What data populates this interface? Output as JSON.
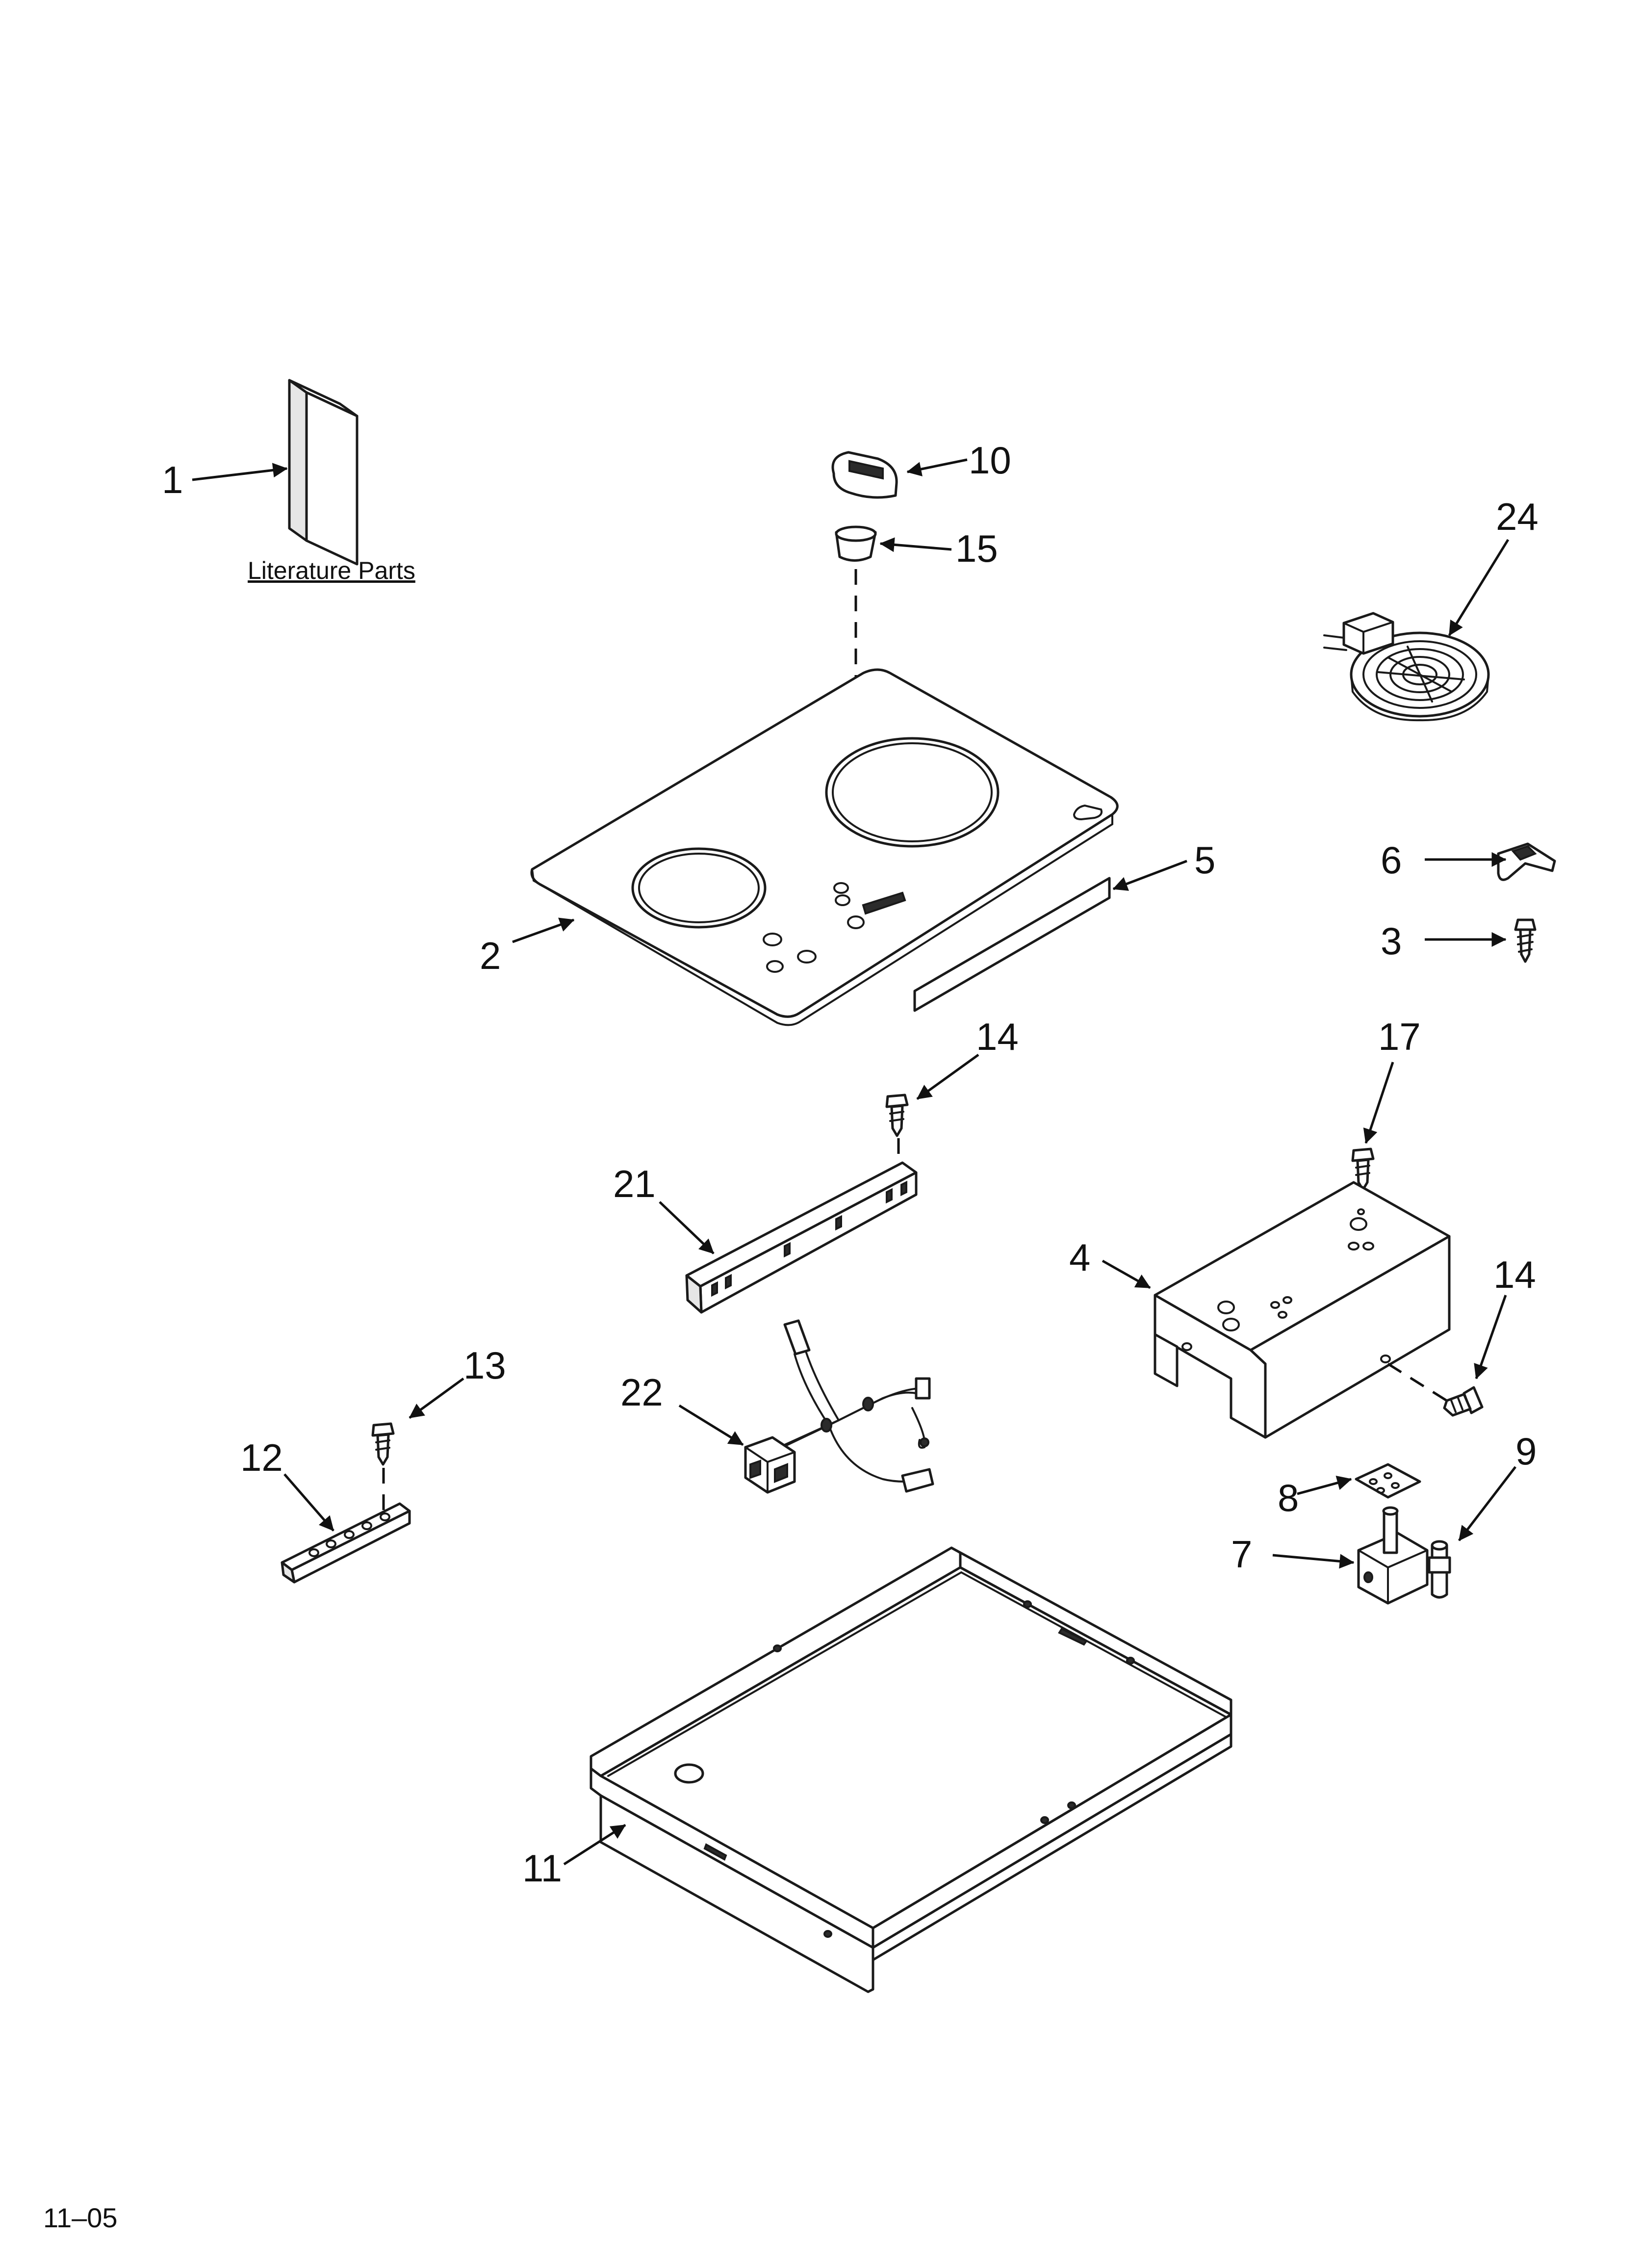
{
  "diagram": {
    "literature_label": "Literature Parts",
    "footer_code": "11–05",
    "callouts": {
      "c1": "1",
      "c2": "2",
      "c3": "3",
      "c4": "4",
      "c5": "5",
      "c6": "6",
      "c7": "7",
      "c8": "8",
      "c9": "9",
      "c10": "10",
      "c11": "11",
      "c12": "12",
      "c13": "13",
      "c14a": "14",
      "c14b": "14",
      "c15": "15",
      "c17": "17",
      "c21": "21",
      "c22": "22",
      "c24": "24"
    }
  }
}
